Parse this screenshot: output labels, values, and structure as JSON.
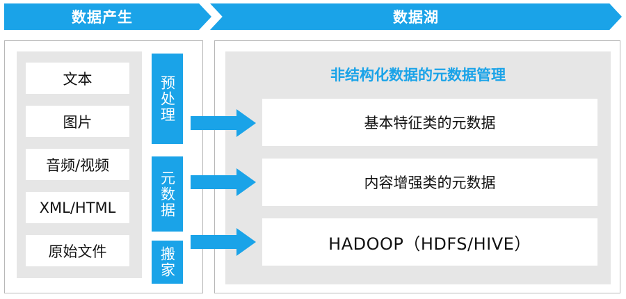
{
  "header": {
    "left_title": "数据产生",
    "right_title": "数据湖"
  },
  "sources": [
    {
      "label": "文本"
    },
    {
      "label": "图片"
    },
    {
      "label": "音频/视频"
    },
    {
      "label": "XML/HTML"
    },
    {
      "label": "原始文件"
    }
  ],
  "processes": [
    {
      "label": "预处理"
    },
    {
      "label": "元数据"
    },
    {
      "label": "搬家"
    }
  ],
  "lake": {
    "title": "非结构化数据的元数据管理",
    "items": [
      {
        "label": "基本特征类的元数据"
      },
      {
        "label": "内容增强类的元数据"
      },
      {
        "label": "HADOOP（HDFS/HIVE）"
      }
    ]
  },
  "colors": {
    "accent": "#1aa3e8",
    "panel_bg": "#e6e6e6"
  }
}
